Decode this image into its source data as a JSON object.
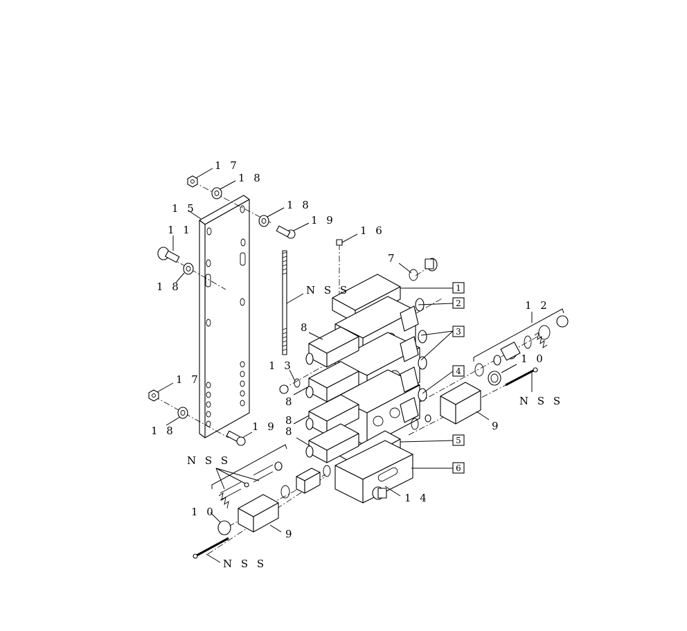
{
  "diagram": {
    "callouts": {
      "c17a": "1 7",
      "c18a": "1 8",
      "c15": "1 5",
      "c18b": "1 8",
      "c19a": "1 9",
      "c11": "1 1",
      "c18c": "1 8",
      "c16": "1 6",
      "c7": "7",
      "nss1": "N S S",
      "c8a": "8",
      "c13": "1 3",
      "c8b": "8",
      "c8c": "8",
      "c8d": "8",
      "c17b": "1 7",
      "c18d": "1 8",
      "c19b": "1 9",
      "c12": "1 2",
      "c10a": "1 0",
      "nss2": "N S S",
      "c9a": "9",
      "nss3": "N S S",
      "c14": "1 4",
      "c10b": "1 0",
      "c9b": "9",
      "nss4": "N S S"
    },
    "boxed": {
      "b1": "1",
      "b2": "2",
      "b3": "3",
      "b4": "4",
      "b5": "5",
      "b6": "6"
    }
  }
}
